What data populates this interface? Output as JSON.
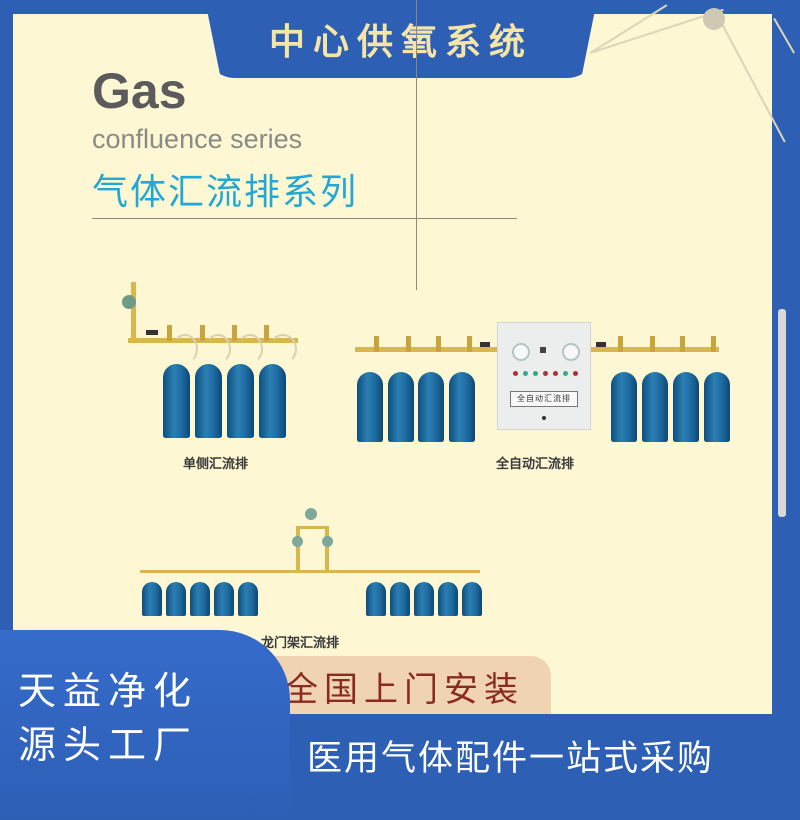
{
  "header": {
    "title": "中心供氧系统"
  },
  "intro": {
    "title_en_big": "Gas",
    "title_en_sub": "confluence series",
    "title_cn": "气体汇流排系列"
  },
  "products": [
    {
      "id": "single-side",
      "label": "单侧汇流排",
      "cylinders": 4
    },
    {
      "id": "fully-automatic",
      "label": "全自动汇流排",
      "cylinders": 8,
      "cabinet_label": "全自动汇流排"
    },
    {
      "id": "gantry",
      "label": "龙门架汇流排",
      "cylinders": 10
    }
  ],
  "badge": {
    "text": "全国上门安装"
  },
  "brand": {
    "line1": "天益净化",
    "line2": "源头工厂"
  },
  "slogan": {
    "text": "医用气体配件一站式采购"
  },
  "colors": {
    "frame_blue": "#2d5fb5",
    "panel_cream": "#fdf7d3",
    "title_gold": "#f6e6a6",
    "series_cyan": "#22a8d2",
    "badge_red": "#8b2a22",
    "badge_bg": "#efd3b2",
    "cylinder_blue": "#1d6aa0"
  }
}
